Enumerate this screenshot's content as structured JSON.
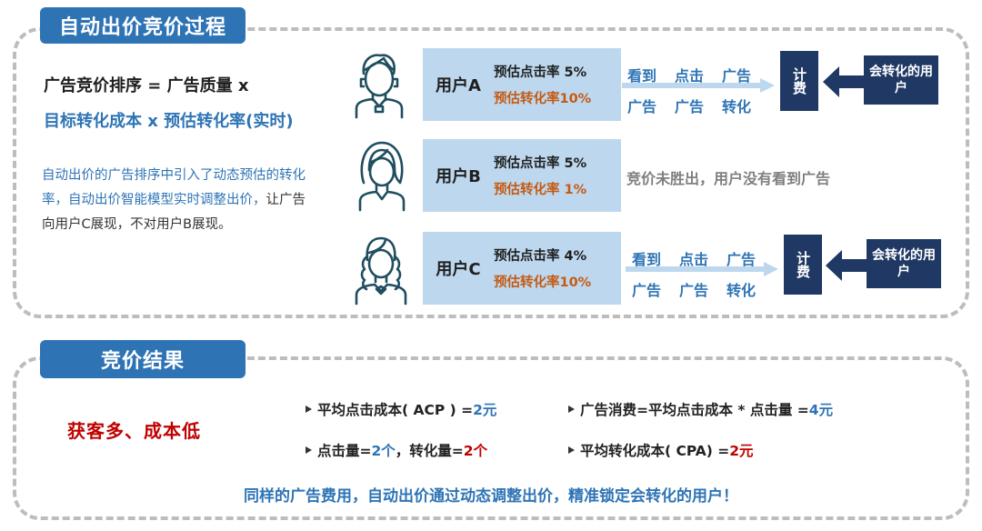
{
  "section1": {
    "title": "自动出价竞价过程",
    "formula_line1": "广告竞价排序 = 广告质量 x",
    "formula_line2": "目标转化成本 x 预估转化率(实时)",
    "description_blue": "自动出价的广告排序中引入了动态预估的转化率，自动出价智能模型实时调整出价，",
    "description_black": "让广告向用户C展现，不对用户B展现。"
  },
  "users": [
    {
      "name": "用户A",
      "icon": "male-user-icon",
      "click_rate": "预估点击率 5%",
      "conversion_rate": "预估转化率10%",
      "won": true,
      "flow": [
        "看到",
        "点击",
        "广告",
        "广告",
        "广告",
        "转化"
      ],
      "billing": "计费",
      "target": "会转化的用户"
    },
    {
      "name": "用户B",
      "icon": "female-user-icon",
      "click_rate": "预估点击率 5%",
      "conversion_rate": "预估转化率 1%",
      "won": false,
      "result_text": "竞价未胜出，用户没有看到广告"
    },
    {
      "name": "用户C",
      "icon": "female-user-braids-icon",
      "click_rate": "预估点击率 4%",
      "conversion_rate": "预估转化率10%",
      "won": true,
      "flow": [
        "看到",
        "点击",
        "广告",
        "广告",
        "广告",
        "转化"
      ],
      "billing": "计费",
      "target": "会转化的用户"
    }
  ],
  "section2": {
    "title": "竞价结果",
    "main_result": "获客多、成本低",
    "metrics": [
      {
        "label": "平均点击成本( ACP ) = ",
        "value": "2元",
        "color": "blue"
      },
      {
        "label": "广告消费=平均点击成本 * 点击量 =",
        "value": "4元",
        "color": "blue"
      },
      {
        "label": "点击量= ",
        "value": "2个",
        "label2": "，转化量= ",
        "value2": "2个"
      },
      {
        "label": "平均转化成本( CPA) =",
        "value": "2元",
        "color": "red"
      }
    ],
    "conclusion": "同样的广告费用，自动出价通过动态调整出价，精准锁定会转化的用户！"
  },
  "colors": {
    "accent_blue": "#2e74b5",
    "user_box": "#bdd7ee",
    "dark_navy": "#1f3864",
    "orange": "#c55a11",
    "red": "#c00000",
    "frame_gray": "#bdbdbd"
  }
}
